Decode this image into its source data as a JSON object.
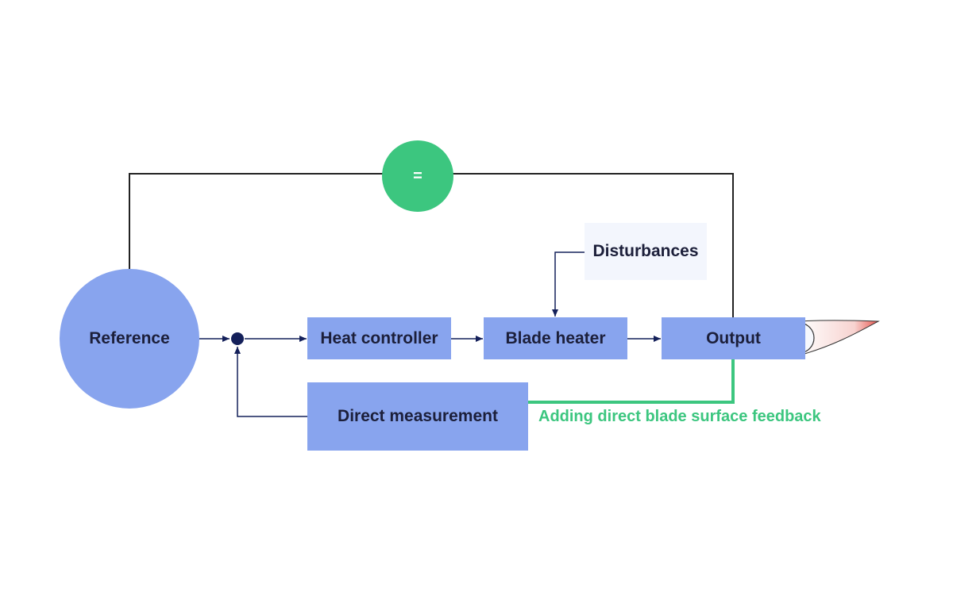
{
  "diagram": {
    "reference_label": "Reference",
    "compare_label": "=",
    "heat_controller_label": "Heat controller",
    "blade_heater_label": "Blade heater",
    "output_label": "Output",
    "disturbances_label": "Disturbances",
    "direct_measurement_label": "Direct measurement",
    "annotation": "Adding direct blade surface feedback"
  },
  "colors": {
    "block_fill": "#88a4ee",
    "compare_fill": "#3cc67f",
    "feedback_highlight": "#3cc67f",
    "signal_line": "#14205a",
    "outer_loop_line": "#222222",
    "blade_tip": "#e8564f"
  },
  "icons": {
    "summing_junction": "filled-circle",
    "blade": "turbine-blade-icon"
  }
}
